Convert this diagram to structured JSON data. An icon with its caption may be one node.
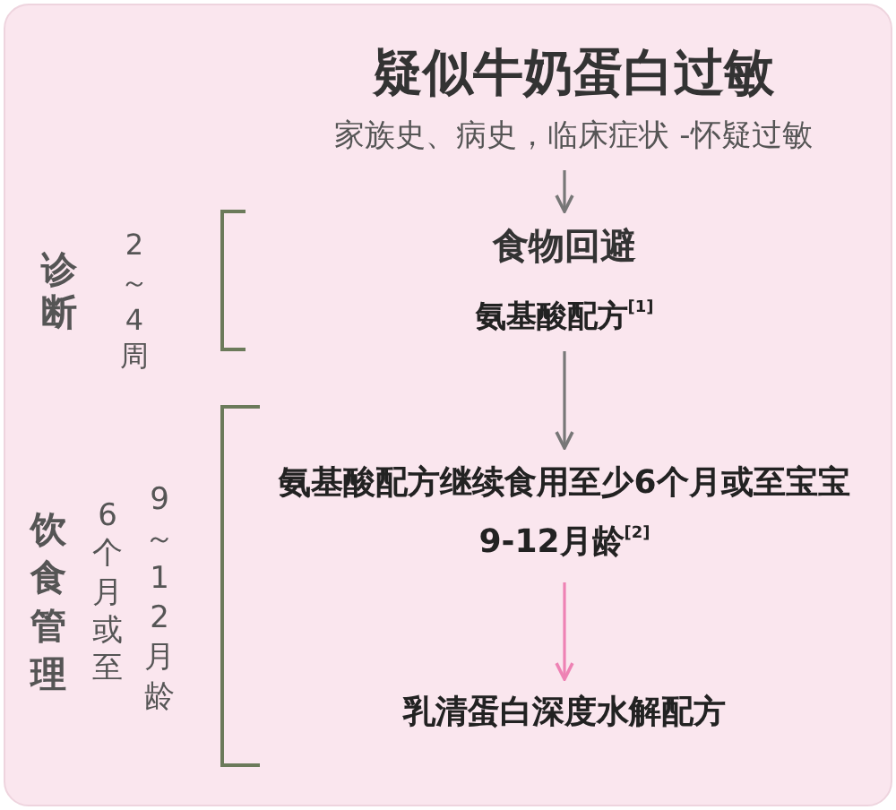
{
  "diagram": {
    "nodes": [
      {
        "text": [
          "疑似牛奶蛋白过敏",
          "家族史、病史，临床症状 -怀疑过敏"
        ]
      },
      {
        "text": [
          "食物回避",
          "氨基酸配方$^{[1]}$"
        ]
      },
      {
        "text": [
          "氨基酸配方继续食用至少6个月或至宝宝9-12月龄$^{[2]}$"
        ]
      },
      {
        "text": [
          "乳清蛋白深度水解配方"
        ]
      }
    ],
    "edges": [
      {
        "from": 0,
        "to": 1,
        "arrow": "to"
      },
      {
        "from": 1,
        "to": 2,
        "arrow": "to"
      },
      {
        "from": 2,
        "to": 3,
        "arrow": "to",
        "color": "#ee82b4"
      }
    ],
    "labels": [
      "诊断",
      "2～4周",
      "饮食管理",
      "6个月或至",
      "9～12月龄"
    ]
  }
}
